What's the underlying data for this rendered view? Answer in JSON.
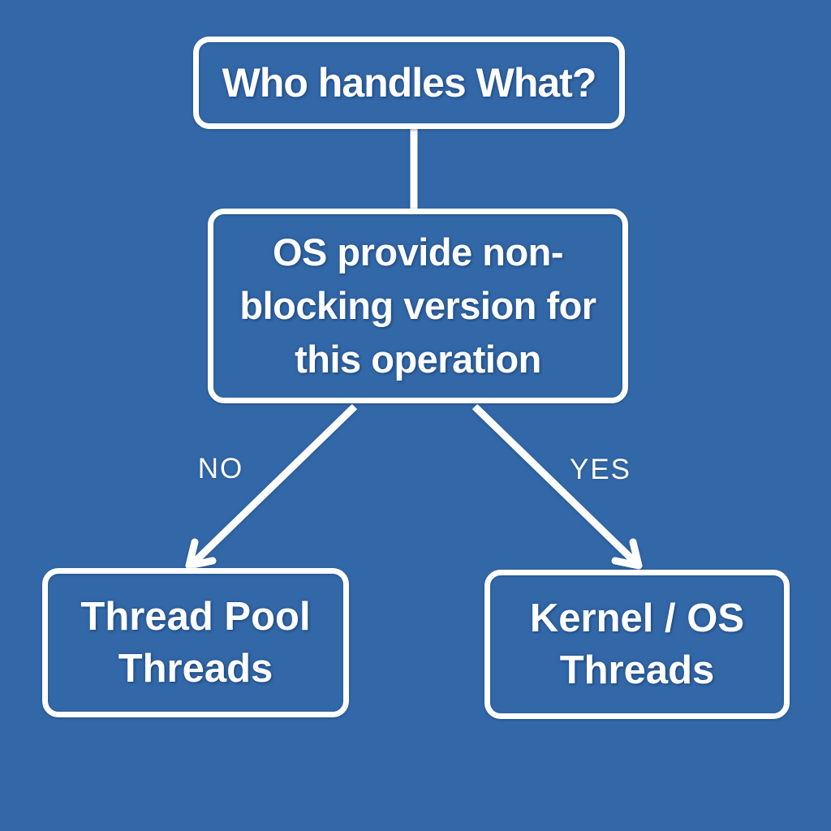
{
  "colors": {
    "background": "#3368A8",
    "stroke": "#FFFFFF",
    "halo": "#1A4C8E"
  },
  "flowchart": {
    "title_box": {
      "label": "Who handles What?"
    },
    "decision_box": {
      "label": "OS provide non-blocking version for this operation",
      "lines": [
        "OS provide non-",
        "blocking version for",
        "this operation"
      ]
    },
    "edges": {
      "no_label": "NO",
      "yes_label": "YES"
    },
    "left_box": {
      "label": "Thread Pool Threads",
      "lines": [
        "Thread Pool",
        "Threads"
      ]
    },
    "right_box": {
      "label": "Kernel / OS Threads",
      "lines": [
        "Kernel / OS",
        "Threads"
      ]
    }
  }
}
